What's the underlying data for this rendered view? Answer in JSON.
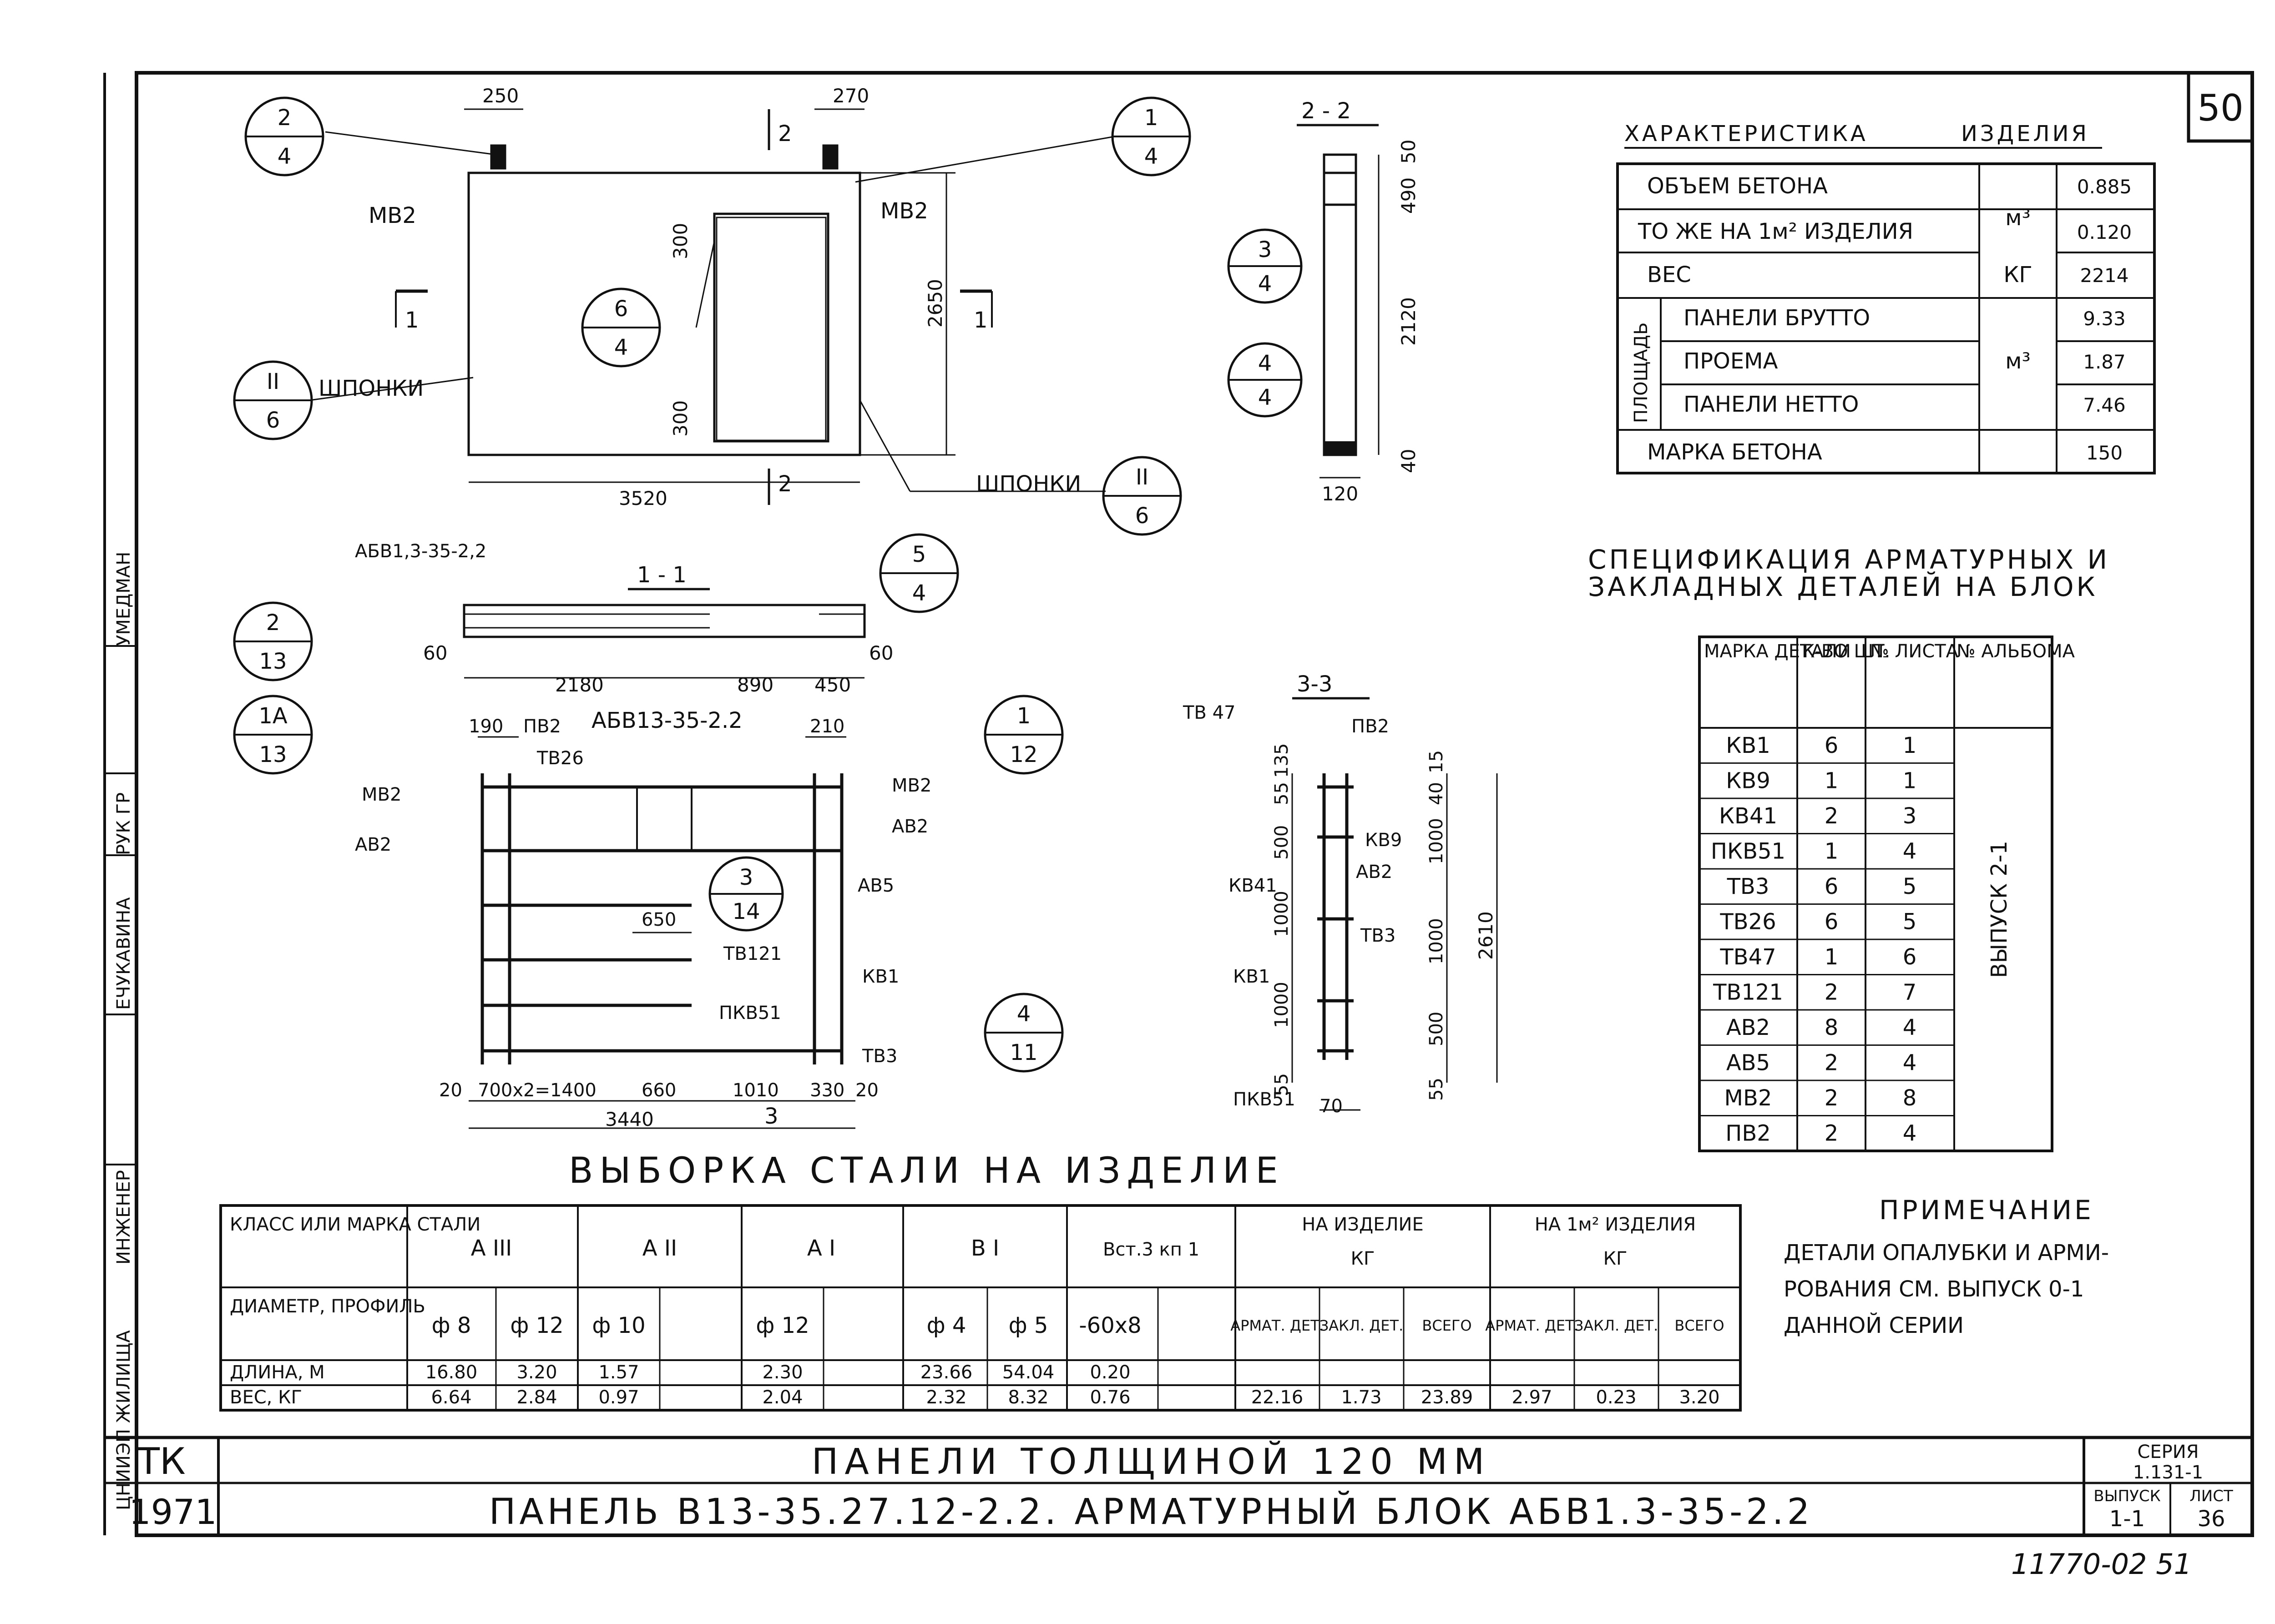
{
  "sheet_number": "50",
  "bottom_code": "11770-02 51",
  "left_strip": {
    "roles": [
      "ИНЖЕНЕР",
      "ЕЧУКАВИНА",
      "РУК ГР",
      "УМЕДМАН"
    ],
    "org": "ЦНИИЭП ЖИЛИЩА"
  },
  "characteristics": {
    "title_a": "ХАРАКТЕРИСТИКА",
    "title_b": "ИЗДЕЛИЯ",
    "rows": [
      {
        "label": "ОБЪЕМ БЕТОНА",
        "unit": "м³",
        "value": "0.885"
      },
      {
        "label": "ТО ЖЕ НА 1м² ИЗДЕЛИЯ",
        "unit": "",
        "value": "0.120"
      },
      {
        "label": "ВЕС",
        "unit": "КГ",
        "value": "2214"
      },
      {
        "label": "ПАНЕЛИ БРУТТО",
        "unit": "",
        "value": "9.33"
      },
      {
        "label": "ПРОЕМА",
        "unit": "м³",
        "value": "1.87"
      },
      {
        "label": "ПАНЕЛИ НЕТТО",
        "unit": "",
        "value": "7.46"
      },
      {
        "label": "МАРКА БЕТОНА",
        "unit": "",
        "value": "150"
      }
    ],
    "area_group_label": "ПЛОЩАДЬ"
  },
  "spec": {
    "title_line1": "СПЕЦИФИКАЦИЯ АРМАТУРНЫХ И",
    "title_line2": "ЗАКЛАДНЫХ ДЕТАЛЕЙ НА БЛОК",
    "headers": [
      "МАРКА ДЕТАЛИ",
      "К-ВО ШТ.",
      "№ ЛИСТА",
      "№ АЛЬБОМА"
    ],
    "rows": [
      [
        "КВ1",
        "6",
        "1"
      ],
      [
        "КВ9",
        "1",
        "1"
      ],
      [
        "КВ41",
        "2",
        "3"
      ],
      [
        "ПКВ51",
        "1",
        "4"
      ],
      [
        "ТВ3",
        "6",
        "5"
      ],
      [
        "ТВ26",
        "6",
        "5"
      ],
      [
        "ТВ47",
        "1",
        "6"
      ],
      [
        "ТВ121",
        "2",
        "7"
      ],
      [
        "АВ2",
        "8",
        "4"
      ],
      [
        "АВ5",
        "2",
        "4"
      ],
      [
        "МВ2",
        "2",
        "8"
      ],
      [
        "ПВ2",
        "2",
        "4"
      ]
    ],
    "album": "ВЫПУСК 2-1"
  },
  "note": {
    "title": "ПРИМЕЧАНИЕ",
    "lines": [
      "ДЕТАЛИ ОПАЛУБКИ И АРМИ-",
      "РОВАНИЯ СМ. ВЫПУСК 0-1",
      "ДАННОЙ СЕРИИ"
    ]
  },
  "steel": {
    "title": "ВЫБОРКА СТАЛИ НА ИЗДЕЛИЕ",
    "row_labels": [
      "КЛАСС ИЛИ МАРКА СТАЛИ",
      "ДИАМЕТР, ПРОФИЛЬ",
      "ДЛИНА, М",
      "ВЕС, КГ"
    ],
    "classes": [
      "А III",
      "А II",
      "А I",
      "В I",
      "Вст.3 кп 1"
    ],
    "diameters": [
      "ф 8",
      "ф 12",
      "ф 10",
      "",
      "ф 12",
      "",
      "ф 4",
      "ф 5",
      "-60х8",
      ""
    ],
    "lengths": [
      "16.80",
      "3.20",
      "1.57",
      "",
      "2.30",
      "",
      "23.66",
      "54.04",
      "0.20",
      ""
    ],
    "weights": [
      "6.64",
      "2.84",
      "0.97",
      "",
      "2.04",
      "",
      "2.32",
      "8.32",
      "0.76",
      ""
    ],
    "per_item": {
      "title": "НА ИЗДЕЛИЕ",
      "unit": "КГ",
      "cols": [
        "АРМАТ. ДЕТ.",
        "ЗАКЛ. ДЕТ.",
        "ВСЕГО"
      ],
      "values": [
        "22.16",
        "1.73",
        "23.89"
      ]
    },
    "per_m2": {
      "title": "НА 1м² ИЗДЕЛИЯ",
      "unit": "КГ",
      "cols": [
        "АРМАТ. ДЕТ.",
        "ЗАКЛ. ДЕТ.",
        "ВСЕГО"
      ],
      "values": [
        "2.97",
        "0.23",
        "3.20"
      ]
    }
  },
  "title_block": {
    "tk": "ТК",
    "year": "1971",
    "line1": "ПАНЕЛИ ТОЛЩИНОЙ 120 ММ",
    "line2": "ПАНЕЛЬ В13-35.27.12-2.2.   АРМАТУРНЫЙ БЛОК АБВ1.3-35-2.2",
    "series_label": "СЕРИЯ",
    "series": "1.131-1",
    "issue_label": "ВЫПУСК",
    "issue": "1-1",
    "sheet_label": "ЛИСТ",
    "sheet": "36"
  },
  "drawings": {
    "elevation": {
      "dims": [
        "250",
        "270",
        "2650",
        "3520",
        "300",
        "300"
      ],
      "callouts": [
        [
          "2",
          "4"
        ],
        [
          "1",
          "4"
        ],
        [
          "6",
          "4"
        ],
        [
          "II",
          "6"
        ],
        [
          "II",
          "6"
        ]
      ],
      "labels": [
        "МВ2",
        "МВ2",
        "ШПОНКИ",
        "ШПОНКИ"
      ],
      "cuts": [
        "1",
        "1",
        "2",
        "2"
      ]
    },
    "section22": {
      "title": "2 - 2",
      "dims": [
        "50",
        "490",
        "2120",
        "40",
        "120"
      ],
      "callouts": [
        [
          "3",
          "4"
        ],
        [
          "4",
          "4"
        ]
      ]
    },
    "section11": {
      "title": "1 - 1",
      "block": "АБВ1,3-35-2,2",
      "dims": [
        "60",
        "2180",
        "890",
        "450",
        "60"
      ],
      "callout": [
        "5",
        "4"
      ]
    },
    "block": {
      "title": "АБВ13-35-2.2",
      "dims": [
        "190",
        "210",
        "650",
        "20",
        "700х2=1400",
        "660",
        "1010",
        "330",
        "20",
        "3440"
      ],
      "labels": [
        "ПВ2",
        "ТВ26",
        "МВ2",
        "АВ2",
        "МВ2",
        "АВ2",
        "АВ5",
        "ТВ121",
        "КВ1",
        "ПКВ51",
        "ТВ3"
      ],
      "callouts": [
        [
          "2",
          "13"
        ],
        [
          "1А",
          "13"
        ],
        [
          "1",
          "12"
        ],
        [
          "3",
          "14"
        ],
        [
          "4",
          "11"
        ]
      ],
      "cut": "3"
    },
    "section33": {
      "title": "3-3",
      "dims": [
        "135",
        "55",
        "500",
        "1000",
        "1000",
        "55",
        "15",
        "40",
        "1000",
        "1000",
        "500",
        "55",
        "2610",
        "70"
      ],
      "labels": [
        "ТВ 47",
        "ПВ2",
        "КВ9",
        "АВ2",
        "КВ41",
        "ТВ3",
        "КВ1",
        "ПКВ51"
      ]
    }
  }
}
